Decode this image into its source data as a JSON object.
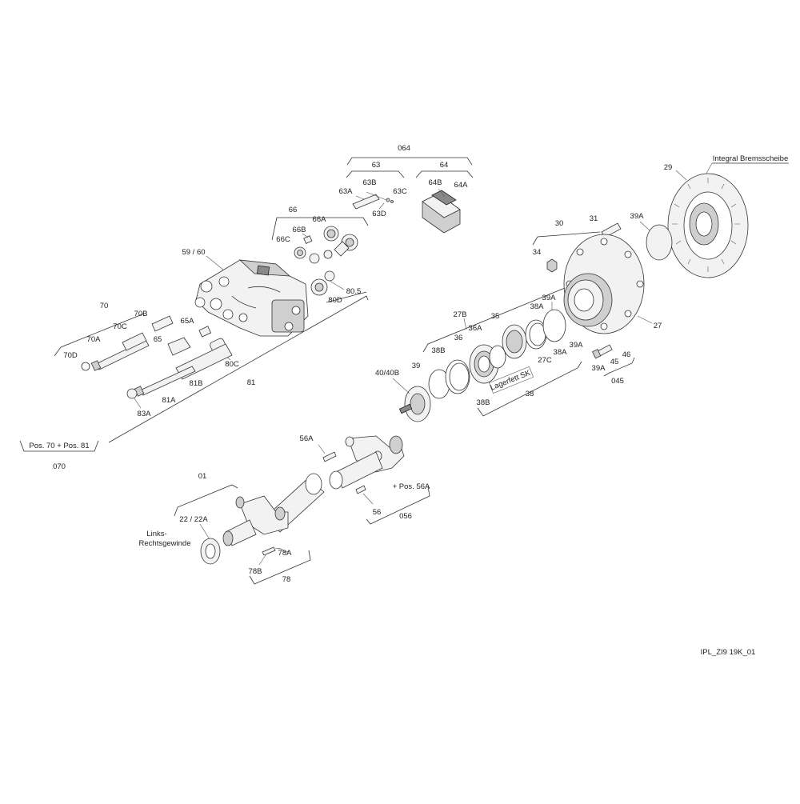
{
  "labels": {
    "l064": "064",
    "l63": "63",
    "l64": "64",
    "l63A": "63A",
    "l63B": "63B",
    "l63C": "63C",
    "l63D": "63D",
    "l64A": "64A",
    "l64B": "64B",
    "l66": "66",
    "l66A": "66A",
    "l66B": "66B",
    "l66C": "66C",
    "l59_60": "59 / 60",
    "l80_5": "80.5",
    "l80D": "80D",
    "l80C": "80C",
    "l70": "70",
    "l70A": "70A",
    "l70B": "70B",
    "l70C": "70C",
    "l70D": "70D",
    "l65": "65",
    "l65A": "65A",
    "l81": "81",
    "l81A": "81A",
    "l81B": "81B",
    "l83A": "83A",
    "pos70_81": "Pos. 70 + Pos. 81",
    "l070": "070",
    "integral": "Integral Bremsscheibe",
    "l29": "29",
    "l30": "30",
    "l31": "31",
    "l34": "34",
    "l39A_top": "39A",
    "l27": "27",
    "l27B": "27B",
    "l38A_a": "38A",
    "l39A_b": "39A",
    "l35": "35",
    "l36A": "36A",
    "l36": "36",
    "l38B_a": "38B",
    "l39": "39",
    "l40_40B": "40/40B",
    "l38A_b": "38A",
    "l39A_c": "39A",
    "l27C": "27C",
    "lagerfett": "Lagerfett SK",
    "l38B_b": "38B",
    "l38": "38",
    "l46": "46",
    "l39A_d": "39A",
    "l45": "45",
    "l045": "045",
    "l56A": "56A",
    "plus56A": "+ Pos. 56A",
    "l56": "56",
    "l056": "056",
    "l01": "01",
    "l22_22A": "22 / 22A",
    "links": "Links-",
    "rechts": "Rechtsgewinde",
    "l78A": "78A",
    "l78B": "78B",
    "l78": "78",
    "ref": "IPL_ZI9 19K_01"
  }
}
